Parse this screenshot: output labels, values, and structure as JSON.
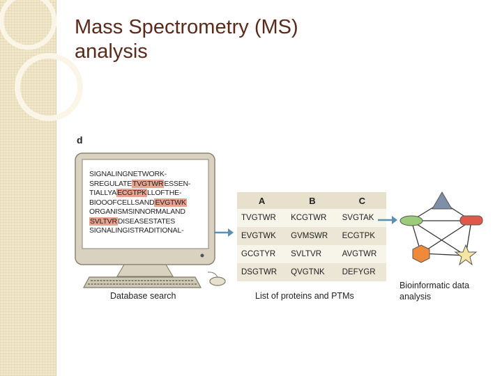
{
  "slide": {
    "title_line1": "Mass Spectrometry (MS)",
    "title_line2": "analysis"
  },
  "figure": {
    "panel_label": "d",
    "monitor_lines": [
      {
        "segments": [
          {
            "text": "SIGNALINGNETWORK-",
            "hl": false
          }
        ]
      },
      {
        "segments": [
          {
            "text": "SREGULATE",
            "hl": false
          },
          {
            "text": "TVGTWR",
            "hl": true
          },
          {
            "text": "ESSEN-",
            "hl": false
          }
        ]
      },
      {
        "segments": [
          {
            "text": "TIALLYA",
            "hl": false
          },
          {
            "text": "ECGTPK",
            "hl": true
          },
          {
            "text": "LLOFTHE-",
            "hl": false
          }
        ]
      },
      {
        "segments": [
          {
            "text": "BIOOOFCELLSAND",
            "hl": false
          },
          {
            "text": "EVGTWK",
            "hl": true
          }
        ]
      },
      {
        "segments": [
          {
            "text": "ORGANISMSINNORMALAND",
            "hl": false
          }
        ]
      },
      {
        "segments": [
          {
            "text": "SVLTVR",
            "hl": true
          },
          {
            "text": "DISEASESTATES",
            "hl": false
          }
        ]
      },
      {
        "segments": [
          {
            "text": "SIGNALINGISTRADITIONAL-",
            "hl": false
          }
        ]
      }
    ],
    "table": {
      "headers": [
        "A",
        "B",
        "C"
      ],
      "rows": [
        [
          "TVGTWR",
          "KCGTWR",
          "SVGTAK"
        ],
        [
          "EVGTWK",
          "GVMSWR",
          "ECGTPK"
        ],
        [
          "GCGTYR",
          "SVLTVR",
          "AVGTWR"
        ],
        [
          "DSGTWR",
          "QVGTNK",
          "DEFYGR"
        ]
      ]
    },
    "captions": {
      "database_search": "Database search",
      "proteins_ptms": "List of proteins and PTMs",
      "bioinformatic_line1": "Bioinformatic data",
      "bioinformatic_line2": "analysis"
    },
    "colors": {
      "highlight": "#e8a28f",
      "title": "#5a2a1a",
      "arrow": "#5c8fb0",
      "node_green": "#9ccc7a",
      "node_red": "#e0584a",
      "node_triangle": "#7f8fa8",
      "node_hexagon": "#ee8a3a",
      "node_star": "#f4e6a0"
    }
  }
}
